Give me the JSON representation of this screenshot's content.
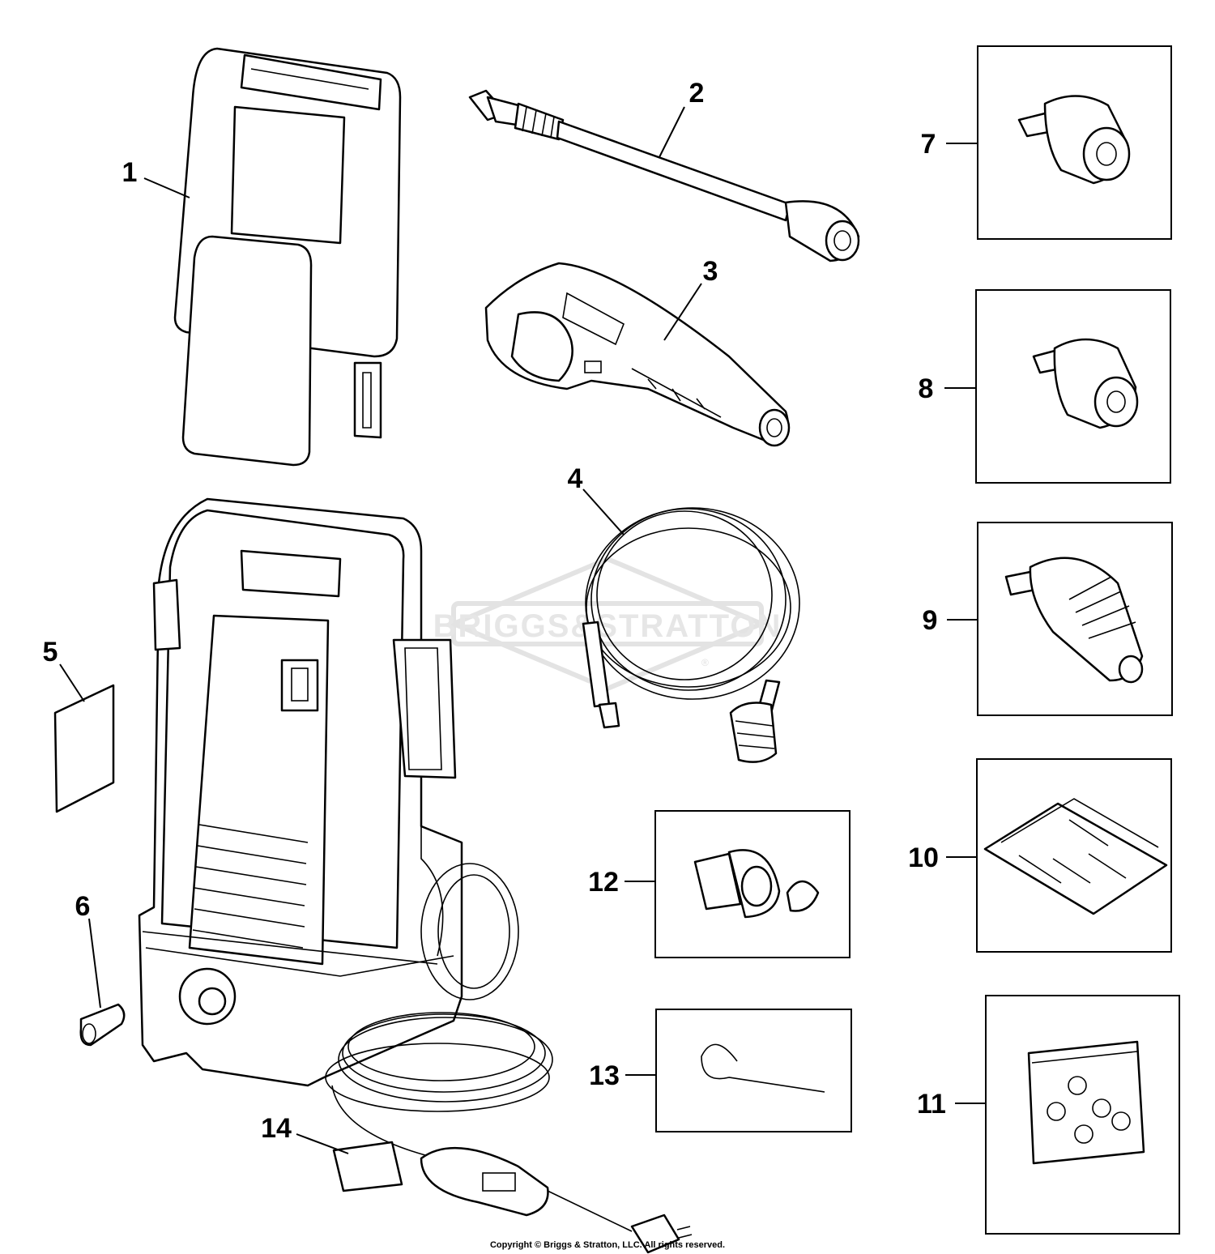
{
  "watermark": {
    "brand": "BRIGGS&STRATTON",
    "registered": "®"
  },
  "callouts": [
    "1",
    "2",
    "3",
    "4",
    "5",
    "6",
    "7",
    "8",
    "9",
    "10",
    "11",
    "12",
    "13",
    "14"
  ],
  "footer": {
    "copyright": "Copyright © Briggs & Stratton, LLC. All rights reserved."
  },
  "colors": {
    "line": "#000000",
    "background": "#ffffff",
    "watermark": "#e3e3e3"
  }
}
